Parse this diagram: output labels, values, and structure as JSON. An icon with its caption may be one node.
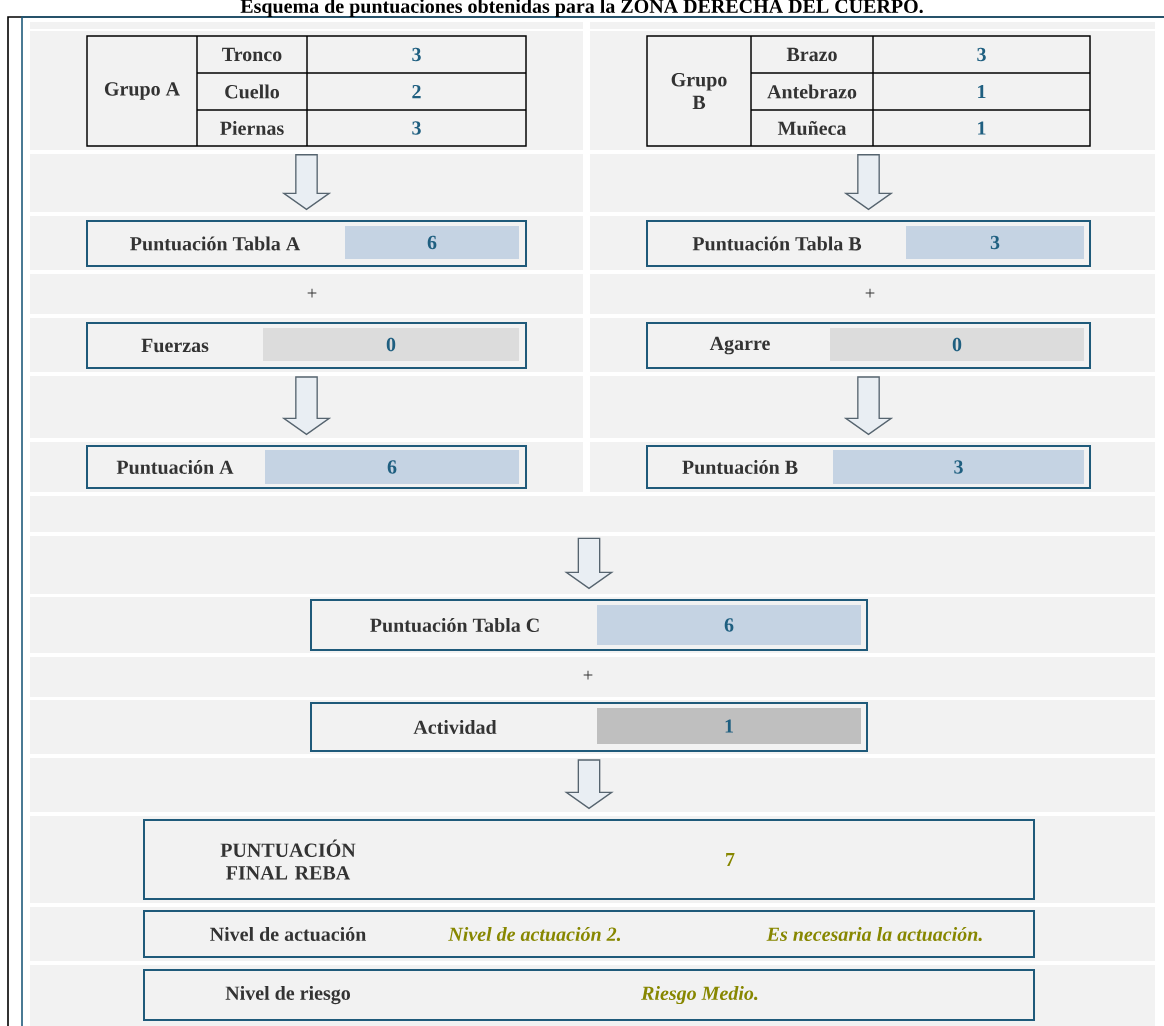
{
  "diagram": {
    "title": "Esquema de puntuaciones obtenidas para la ZONA DERECHA DEL CUERPO.",
    "nodes": [
      {
        "text": [
          "Grupo A",
          "Tronco",
          "3",
          "Cuello",
          "2",
          "Piernas",
          "3"
        ]
      },
      {
        "text": [
          "Grupo B",
          "Brazo",
          "3",
          "Antebrazo",
          "1",
          "Muñeca",
          "1"
        ]
      },
      {
        "text": [
          "Puntuación Tabla A",
          "6"
        ]
      },
      {
        "text": [
          "Puntuación Tabla B",
          "3"
        ]
      },
      {
        "text": [
          "Fuerzas",
          "0"
        ]
      },
      {
        "text": [
          "Agarre",
          "0"
        ]
      },
      {
        "text": [
          "Puntuación A",
          "6"
        ]
      },
      {
        "text": [
          "Puntuación B",
          "3"
        ]
      },
      {
        "text": [
          "Puntuación Tabla C",
          "6"
        ]
      },
      {
        "text": [
          "Actividad",
          "1"
        ]
      },
      {
        "text": [
          "PUNTUACIÓN FINAL REBA",
          "7"
        ]
      },
      {
        "text": [
          "Nivel de actuación",
          "Nivel de actuación 2.",
          "Es necesaria la actuación."
        ]
      },
      {
        "text": [
          "Nivel de riesgo",
          "Riesgo Medio."
        ]
      }
    ],
    "edges": [
      {
        "from": 0,
        "to": 2,
        "arrow": "to"
      },
      {
        "from": 1,
        "to": 3,
        "arrow": "to"
      },
      {
        "from": 4,
        "to": 6,
        "arrow": "to"
      },
      {
        "from": 5,
        "to": 7,
        "arrow": "to"
      },
      {
        "from": 6,
        "to": 8,
        "arrow": "to"
      },
      {
        "from": 7,
        "to": 8,
        "arrow": "to"
      },
      {
        "from": 9,
        "to": 10,
        "arrow": "to"
      }
    ],
    "labels": [
      "+",
      "+",
      "+"
    ]
  }
}
